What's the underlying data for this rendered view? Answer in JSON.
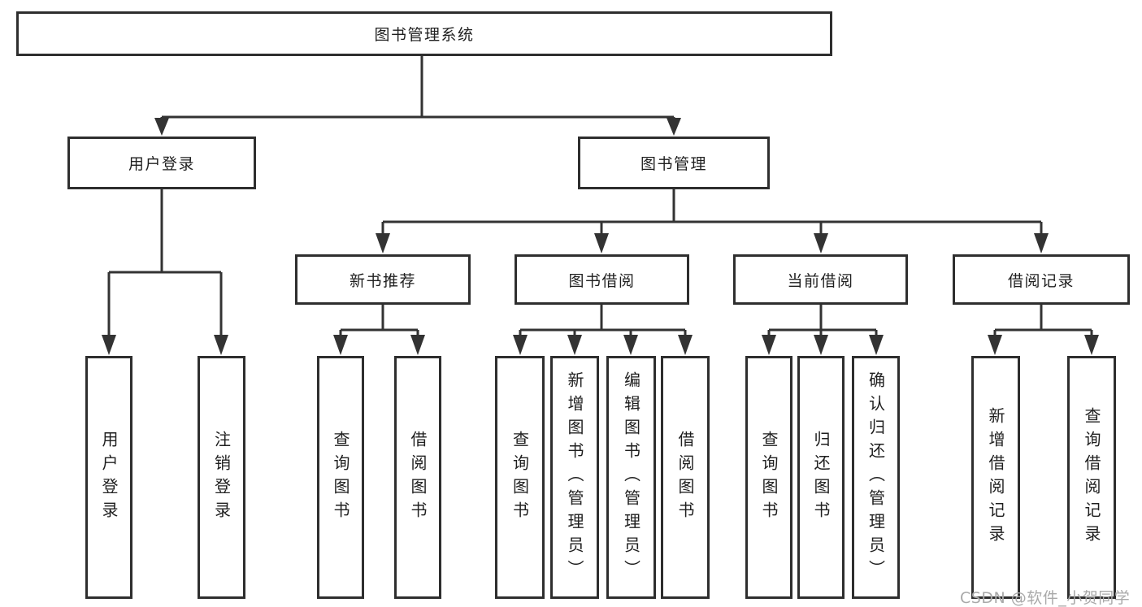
{
  "tree": {
    "root": {
      "label": "图书管理系统",
      "children": [
        {
          "label": "用户登录",
          "children": [
            {
              "label": "用户登录"
            },
            {
              "label": "注销登录"
            }
          ]
        },
        {
          "label": "图书管理",
          "children": [
            {
              "label": "新书推荐",
              "children": [
                {
                  "label": "查询图书"
                },
                {
                  "label": "借阅图书"
                }
              ]
            },
            {
              "label": "图书借阅",
              "children": [
                {
                  "label": "查询图书"
                },
                {
                  "label": "新增图书（管理员）"
                },
                {
                  "label": "编辑图书（管理员）"
                },
                {
                  "label": "借阅图书"
                }
              ]
            },
            {
              "label": "当前借阅",
              "children": [
                {
                  "label": "查询图书"
                },
                {
                  "label": "归还图书"
                },
                {
                  "label": "确认归还（管理员）"
                }
              ]
            },
            {
              "label": "借阅记录",
              "children": [
                {
                  "label": "新增借阅记录"
                },
                {
                  "label": "查询借阅记录"
                }
              ]
            }
          ]
        }
      ]
    }
  },
  "watermark": {
    "text": "CSDN @软件_小贺同学"
  },
  "colors": {
    "line": "#333333",
    "box_border": "#2e2e2e",
    "text": "#1f1f1f",
    "background": "#ffffff",
    "watermark": "#a9a9a9"
  }
}
